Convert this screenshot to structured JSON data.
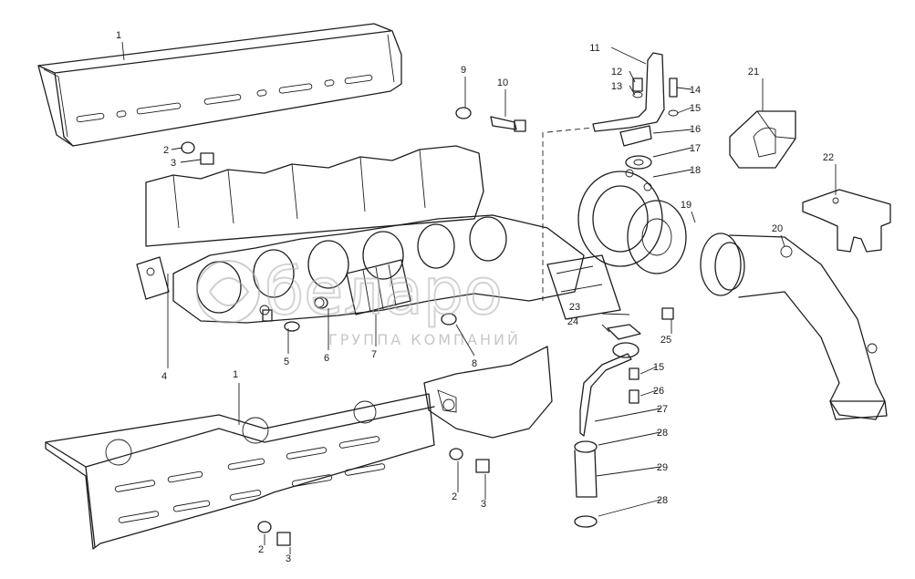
{
  "diagram": {
    "callouts": [
      {
        "id": "c1a",
        "label": "1"
      },
      {
        "id": "c2a",
        "label": "2"
      },
      {
        "id": "c3a",
        "label": "3"
      },
      {
        "id": "c4",
        "label": "4"
      },
      {
        "id": "c5",
        "label": "5"
      },
      {
        "id": "c6",
        "label": "6"
      },
      {
        "id": "c7",
        "label": "7"
      },
      {
        "id": "c8",
        "label": "8"
      },
      {
        "id": "c9",
        "label": "9"
      },
      {
        "id": "c10",
        "label": "10"
      },
      {
        "id": "c11",
        "label": "11"
      },
      {
        "id": "c12",
        "label": "12"
      },
      {
        "id": "c13",
        "label": "13"
      },
      {
        "id": "c14",
        "label": "14"
      },
      {
        "id": "c15a",
        "label": "15"
      },
      {
        "id": "c16",
        "label": "16"
      },
      {
        "id": "c17",
        "label": "17"
      },
      {
        "id": "c18",
        "label": "18"
      },
      {
        "id": "c19",
        "label": "19"
      },
      {
        "id": "c20",
        "label": "20"
      },
      {
        "id": "c21",
        "label": "21"
      },
      {
        "id": "c22",
        "label": "22"
      },
      {
        "id": "c23",
        "label": "23"
      },
      {
        "id": "c24",
        "label": "24"
      },
      {
        "id": "c25",
        "label": "25"
      },
      {
        "id": "c15b",
        "label": "15"
      },
      {
        "id": "c26",
        "label": "26"
      },
      {
        "id": "c27",
        "label": "27"
      },
      {
        "id": "c28a",
        "label": "28"
      },
      {
        "id": "c29",
        "label": "29"
      },
      {
        "id": "c28b",
        "label": "28"
      },
      {
        "id": "c1b",
        "label": "1"
      },
      {
        "id": "c2b",
        "label": "2"
      },
      {
        "id": "c3b",
        "label": "3"
      },
      {
        "id": "c2c",
        "label": "2"
      },
      {
        "id": "c3c",
        "label": "3"
      }
    ]
  },
  "watermark": {
    "logo_text": "белаpo",
    "subtitle": "ГРУППА КОМПАНИЙ"
  }
}
